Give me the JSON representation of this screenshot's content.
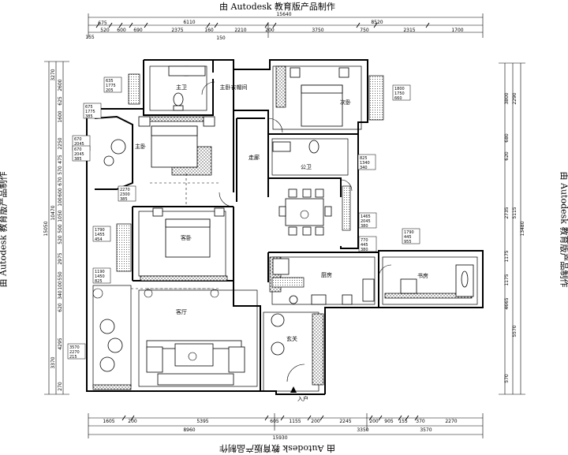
{
  "watermark": {
    "top": "由 Autodesk 教育版产品制作",
    "bottom": "由 Autodesk 教育版产品制作",
    "left": "由 Autodesk 教育版产品制作",
    "right": "由 Autodesk 教育版产品制作"
  },
  "rooms": {
    "master_bath": "主卫",
    "cloakroom": "主卧衣帽间",
    "second_bedroom": "次卧",
    "master_bedroom": "主卧",
    "corridor": "走廊",
    "public_bath": "公卫",
    "guest_bedroom": "客卧",
    "kitchen": "厨房",
    "study": "书房",
    "living": "客厅",
    "foyer": "玄关",
    "entrance": "入户"
  },
  "dimensions": {
    "top_overall": "15640",
    "top_mid": [
      "6110",
      "8520"
    ],
    "top_detail": [
      "675",
      "520",
      "600",
      "690",
      "2375",
      "160",
      "2210",
      "200",
      "3750",
      "750",
      "2315",
      "1700"
    ],
    "top_small": [
      "155",
      "150"
    ],
    "bottom_detail": [
      "1605",
      "200",
      "5395",
      "605",
      "1155",
      "200",
      "2245",
      "200",
      "905",
      "155",
      "370",
      "2270"
    ],
    "bottom_mid": [
      "8960",
      "3350",
      "3570"
    ],
    "bottom_overall": "15930",
    "left_detail": [
      "2600",
      "625",
      "1600",
      "2250",
      "475",
      "570",
      "670",
      "600",
      "100",
      "1050",
      "500",
      "520",
      "2975",
      "550",
      "100",
      "340",
      "620",
      "4295",
      "270"
    ],
    "left_mid": [
      "3270",
      "10470",
      "3370"
    ],
    "left_overall": "15050",
    "right_detail": [
      "3800",
      "680",
      "620",
      "2735",
      "1175",
      "1175",
      "4665",
      "570"
    ],
    "right_mid": [
      "2290",
      "5115",
      "5570"
    ],
    "right_overall": "13480"
  },
  "window_tags": [
    {
      "lines": [
        "635",
        "1775",
        "205"
      ]
    },
    {
      "lines": [
        "675",
        "1775",
        "385"
      ]
    },
    {
      "lines": [
        "670",
        "2045",
        "385"
      ]
    },
    {
      "lines": [
        "670",
        "2045",
        "385"
      ]
    },
    {
      "lines": [
        "2270",
        "2300",
        "385"
      ]
    },
    {
      "lines": [
        "1800",
        "1750",
        "660"
      ]
    },
    {
      "lines": [
        "825",
        "1340",
        "340"
      ]
    },
    {
      "lines": [
        "1465",
        "2045",
        "380"
      ]
    },
    {
      "lines": [
        "770",
        "445",
        "380"
      ]
    },
    {
      "lines": [
        "1790",
        "445",
        "955"
      ]
    },
    {
      "lines": [
        "1790",
        "1455",
        "454"
      ]
    },
    {
      "lines": [
        "1190",
        "1450",
        "825"
      ]
    },
    {
      "lines": [
        "3570",
        "2270",
        "215"
      ]
    }
  ]
}
